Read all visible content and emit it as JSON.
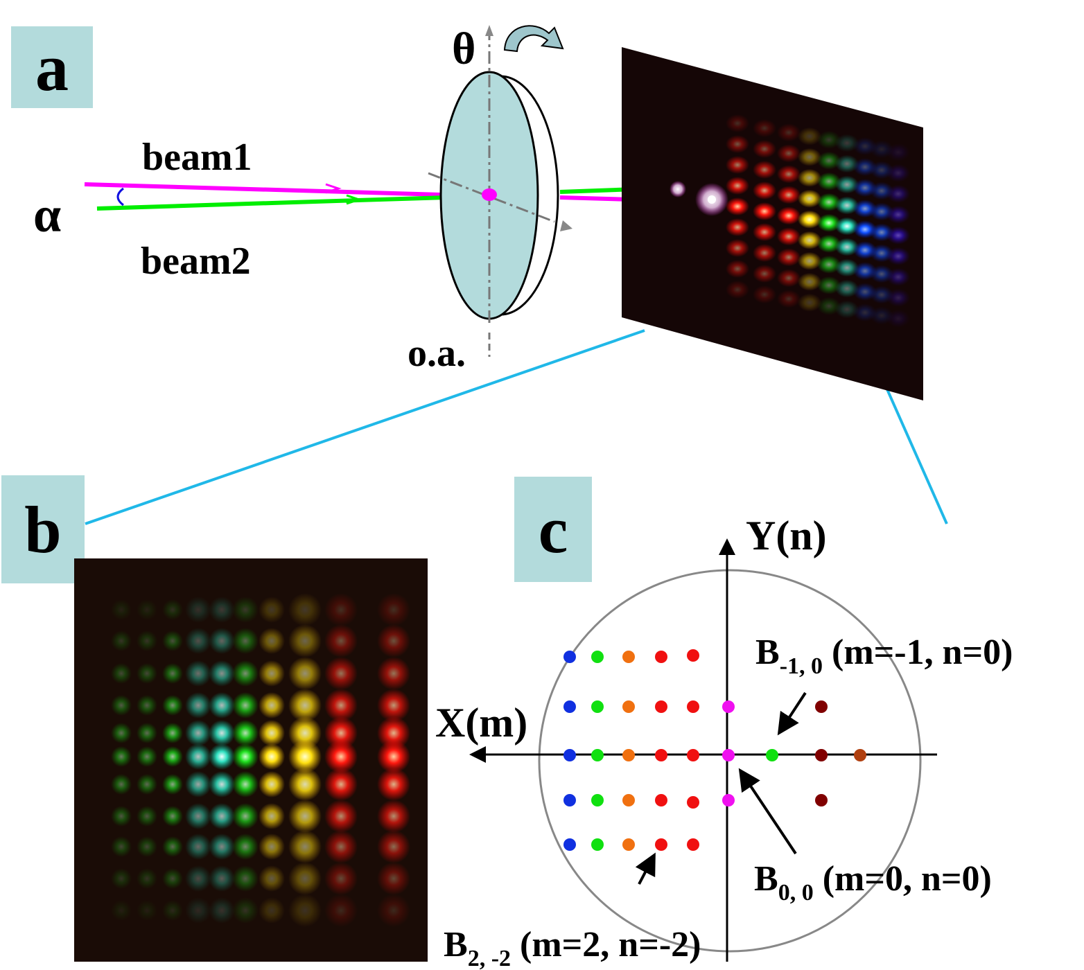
{
  "panels": {
    "a": {
      "tag": "a"
    },
    "b": {
      "tag": "b"
    },
    "c": {
      "tag": "c"
    }
  },
  "setup": {
    "beam1_label": "beam1",
    "beam2_label": "beam2",
    "angle_label": "α",
    "rotation_label": "θ",
    "optic_axis_label": "o.a."
  },
  "lattice": {
    "y_axis_label": "Y(n)",
    "x_axis_label": "X(m)",
    "annotations": [
      {
        "base": "B",
        "sub": "-1, 0",
        "rest": " (m=-1, n=0)"
      },
      {
        "base": "B",
        "sub": "0, 0",
        "rest": " (m=0, n=0)"
      },
      {
        "base": "B",
        "sub": "2, -2",
        "rest": " (m=2, n=-2)"
      }
    ]
  },
  "colors": {
    "beam1": "#ff00ff",
    "beam2": "#00ee00",
    "plate": "#b3dbdc",
    "tag_bg": "#b3dbdc",
    "connector": "#20b8e8",
    "dot_blue": "#1030e0",
    "dot_green": "#10e010",
    "dot_orange": "#f07010",
    "dot_red": "#f01010",
    "dot_magenta": "#f010f0",
    "dot_darkred": "#800000",
    "dot_brown": "#b04010"
  }
}
